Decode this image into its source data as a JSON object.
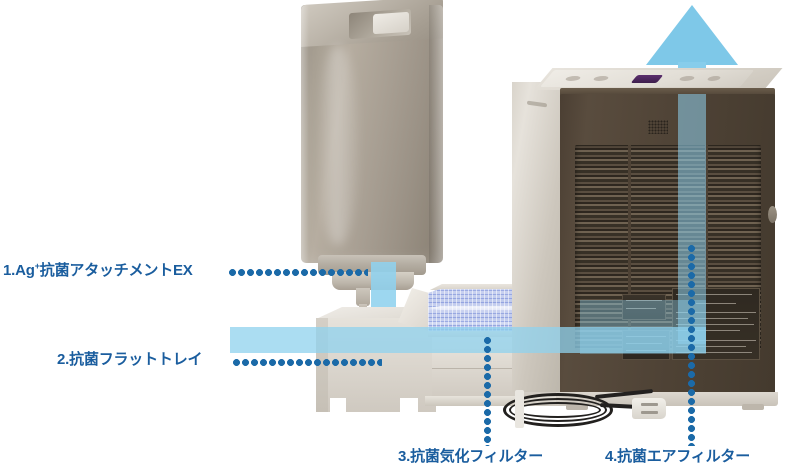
{
  "diagram": {
    "title": "加湿器 抗菌パーツ構成図",
    "text_color": "#1a5d9e",
    "leader_color": "#1b6aa8",
    "airflow_color": "#87cdeb",
    "callouts": [
      {
        "id": "callout-1",
        "number": "1.",
        "name": "Ag",
        "sup": "+",
        "rest": "抗菌アタッチメントEX",
        "full": "1.Ag+抗菌アタッチメントEX"
      },
      {
        "id": "callout-2",
        "number": "2.",
        "full": "2.抗菌フラットトレイ"
      },
      {
        "id": "callout-3",
        "number": "3.",
        "full": "3.抗菌気化フィルター"
      },
      {
        "id": "callout-4",
        "number": "4.",
        "full": "4.抗菌エアフィルター"
      }
    ],
    "parts": {
      "water_tank": "水タンク",
      "attachment": "Ag+抗菌アタッチメントEX",
      "flat_tray": "抗菌フラットトレイ",
      "evaporative_filter": "抗菌気化フィルター",
      "main_unit": "加湿器本体",
      "air_filter": "抗菌エアフィルター",
      "control_panel": "操作パネル",
      "power_cord": "電源コード",
      "caution_label": "注意ラベル",
      "spec_label": "仕様ラベル",
      "air_outlet_arrow": "吹出口エアフロー"
    }
  }
}
